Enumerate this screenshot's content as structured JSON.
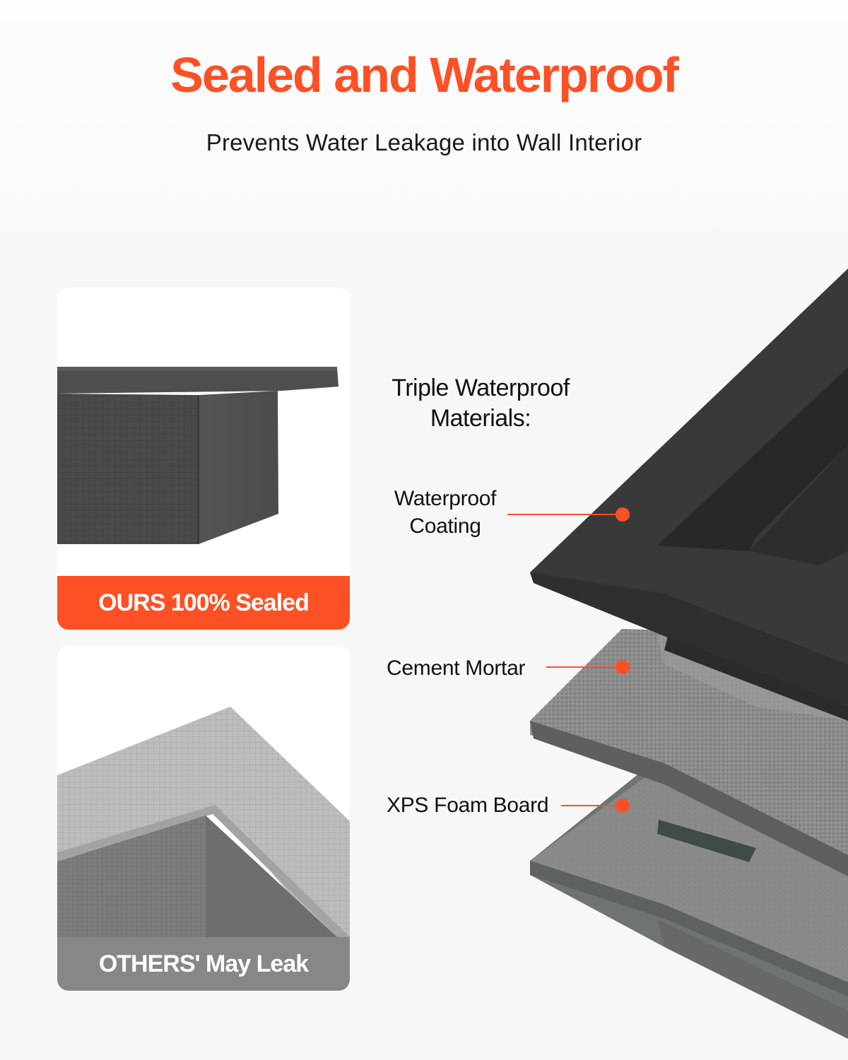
{
  "header": {
    "title": "Sealed and Waterproof",
    "subtitle": "Prevents Water Leakage into Wall Interior"
  },
  "comparison": {
    "ours": {
      "label": "OURS 100% Sealed",
      "banner_color": "#fd5025",
      "image": "dark-gray-sealed-foam-board-corner"
    },
    "others": {
      "label": "OTHERS' May Leak",
      "banner_color": "#878787",
      "image": "light-gray-unsealed-foam-board-corner"
    }
  },
  "layers_diagram": {
    "heading": "Triple Waterproof Materials:",
    "heading_lines": [
      "Triple Waterproof",
      "Materials:"
    ],
    "layers": [
      {
        "label": "Waterproof Coating",
        "lines": [
          "Waterproof",
          "Coating"
        ],
        "color": "#383938"
      },
      {
        "label": "Cement Mortar",
        "color": "#8a8a8a"
      },
      {
        "label": "XPS Foam Board",
        "color": "#7e807f"
      }
    ],
    "callout_color": "#fd5025"
  },
  "colors": {
    "accent": "#fd5025",
    "background": "#f7f7f7",
    "text": "#111111"
  }
}
